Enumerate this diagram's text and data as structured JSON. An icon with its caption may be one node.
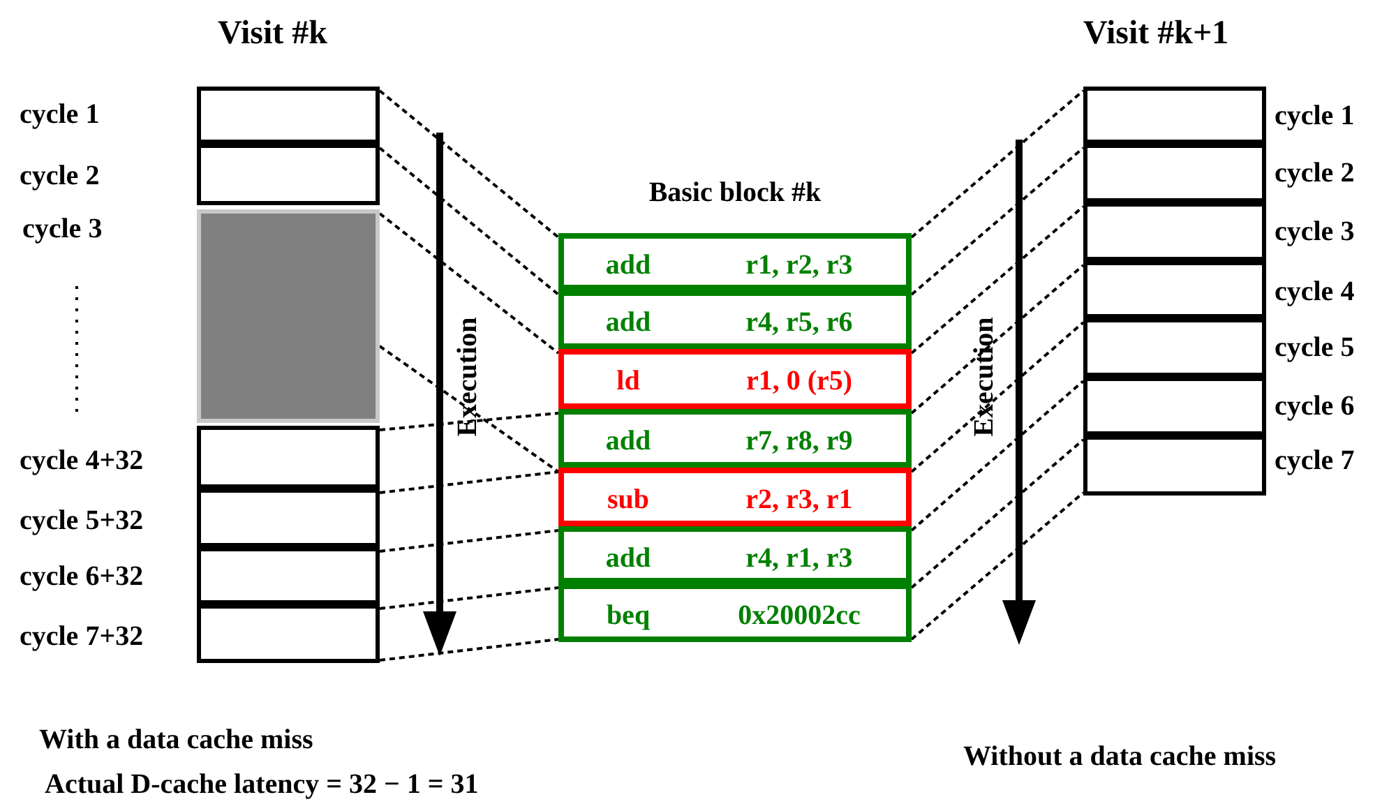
{
  "diagram": {
    "nodes": [
      {
        "text": [],
        "shape": "box",
        "beside": [
          "cycle 1"
        ]
      },
      {
        "text": [],
        "shape": "box",
        "beside": [
          "cycle 2"
        ]
      },
      {
        "text": [],
        "shape": "box",
        "beside": [
          "cycle 3"
        ]
      },
      {
        "text": [],
        "shape": "box",
        "beside": [
          "cycle 4+32"
        ]
      },
      {
        "text": [],
        "shape": "box",
        "beside": [
          "cycle 5+32"
        ]
      },
      {
        "text": [],
        "shape": "box",
        "beside": [
          "cycle 6+32"
        ]
      },
      {
        "text": [],
        "shape": "box",
        "beside": [
          "cycle 7+32"
        ]
      },
      {
        "text": [
          "Basic block #k"
        ]
      },
      {
        "text": [
          "add",
          "r1, r2, r3"
        ],
        "in": 7
      },
      {
        "text": [
          "add",
          "r4, r5, r6"
        ],
        "in": 7
      },
      {
        "text": [
          "ld",
          "r1, 0 (r5)"
        ],
        "in": 7
      },
      {
        "text": [
          "add",
          "r7, r8, r9"
        ],
        "in": 7
      },
      {
        "text": [
          "sub",
          "r2, r3, r1"
        ],
        "in": 7
      },
      {
        "text": [
          "add",
          "r4, r1, r3"
        ],
        "in": 7
      },
      {
        "text": [
          "beq",
          "0x20002cc"
        ],
        "in": 7
      },
      {
        "text": [],
        "shape": "box",
        "beside": [
          "cycle 1"
        ]
      },
      {
        "text": [],
        "shape": "box",
        "beside": [
          "cycle 2"
        ]
      },
      {
        "text": [],
        "shape": "box",
        "beside": [
          "cycle 3"
        ]
      },
      {
        "text": [],
        "shape": "box",
        "beside": [
          "cycle 4"
        ]
      },
      {
        "text": [],
        "shape": "box",
        "beside": [
          "cycle 5"
        ]
      },
      {
        "text": [],
        "shape": "box",
        "beside": [
          "cycle 6"
        ]
      },
      {
        "text": [],
        "shape": "box",
        "beside": [
          "cycle 7"
        ]
      }
    ],
    "edges": [
      {
        "from": 0,
        "to": 8,
        "arrow": "none",
        "style": "dashed"
      },
      {
        "from": 1,
        "to": 9,
        "arrow": "none",
        "style": "dashed"
      },
      {
        "from": 2,
        "to": 10,
        "arrow": "none",
        "style": "dashed"
      },
      {
        "from": 2,
        "to": 12,
        "arrow": "none",
        "style": "dashed"
      },
      {
        "from": 3,
        "to": 11,
        "arrow": "none",
        "style": "dashed"
      },
      {
        "from": 4,
        "to": 12,
        "arrow": "none",
        "style": "dashed"
      },
      {
        "from": 5,
        "to": 13,
        "arrow": "none",
        "style": "dashed"
      },
      {
        "from": 6,
        "to": 14,
        "arrow": "none",
        "style": "dashed"
      },
      {
        "from": 8,
        "to": 15,
        "arrow": "none",
        "style": "dashed"
      },
      {
        "from": 9,
        "to": 16,
        "arrow": "none",
        "style": "dashed"
      },
      {
        "from": 10,
        "to": 17,
        "arrow": "none",
        "style": "dashed"
      },
      {
        "from": 11,
        "to": 18,
        "arrow": "none",
        "style": "dashed"
      },
      {
        "from": 12,
        "to": 19,
        "arrow": "none",
        "style": "dashed"
      },
      {
        "from": 13,
        "to": 20,
        "arrow": "none",
        "style": "dashed"
      },
      {
        "from": 14,
        "to": 21,
        "arrow": "none",
        "style": "dashed"
      },
      {
        "from": 6,
        "to": 14,
        "arrow": "none",
        "style": "dashed"
      },
      {
        "from": 14,
        "to": 21,
        "arrow": "none",
        "style": "dashed"
      }
    ],
    "labels": [
      "Visit #k",
      "Visit #k+1",
      "Execution",
      "Execution",
      "With a data cache miss",
      "Actual D-cache latency = 32 − 1 = 31",
      "Without a data cache miss"
    ]
  }
}
